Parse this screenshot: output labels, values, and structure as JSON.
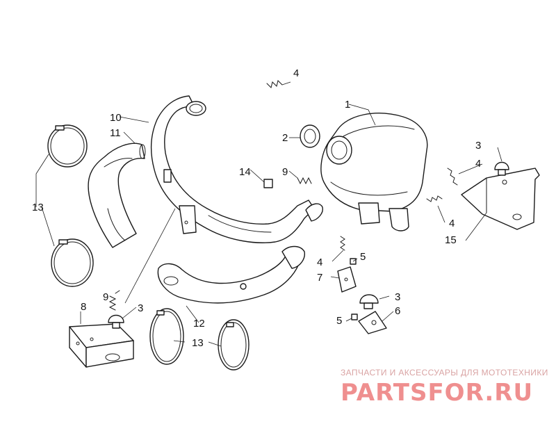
{
  "callouts": {
    "c1": "1",
    "c2": "2",
    "c3": "3",
    "c4": "4",
    "c5": "5",
    "c6": "6",
    "c7": "7",
    "c8": "8",
    "c9": "9",
    "c10": "10",
    "c11": "11",
    "c12": "12",
    "c13": "13",
    "c14": "14",
    "c15": "15"
  },
  "watermark": {
    "tagline": "ЗАПЧАСТИ И АКСЕССУАРЫ ДЛЯ МОТОТЕХНИКИ",
    "logo": "PARTSFOR.RU"
  },
  "colors": {
    "line": "#1a1a1a",
    "watermark_text": "#d9a3a3",
    "watermark_logo": "#ef8f8f"
  }
}
